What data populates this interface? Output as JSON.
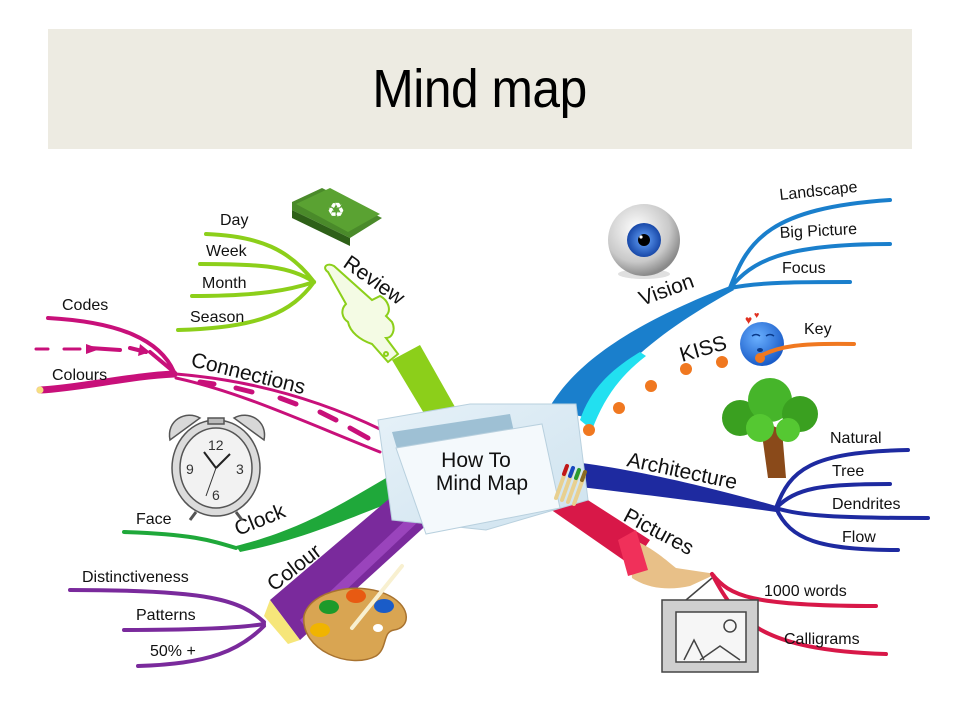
{
  "title": "Mind map",
  "center": {
    "line1": "How To",
    "line2": "Mind Map"
  },
  "colors": {
    "review": "#8ccf1a",
    "connections": "#c8107a",
    "clock": "#1fa83a",
    "colour": "#7a2a9c",
    "vision": "#1a7fcc",
    "vision_highlight": "#22e0f0",
    "kiss": "#f07820",
    "architecture": "#1e2aa0",
    "pictures": "#d81848",
    "title_band": "#edebe2"
  },
  "branches": {
    "review": {
      "label": "Review",
      "icon": "recycle-folder-icon",
      "leaves": [
        "Day",
        "Week",
        "Month",
        "Season"
      ]
    },
    "connections": {
      "label": "Connections",
      "leaves": [
        "Codes",
        "Colours"
      ]
    },
    "clock": {
      "label": "Clock",
      "icon": "alarm-clock-icon",
      "leaves": [
        "Face"
      ]
    },
    "colour": {
      "label": "Colour",
      "icon": "paint-palette-icon",
      "leaves": [
        "Distinctiveness",
        "Patterns",
        "50% +"
      ]
    },
    "vision": {
      "label": "Vision",
      "icon": "eyeball-icon",
      "leaves": [
        "Landscape",
        "Big Picture",
        "Focus"
      ]
    },
    "kiss": {
      "label": "KISS",
      "icon": "kissing-face-icon",
      "leaves": [
        "Key"
      ]
    },
    "architecture": {
      "label": "Architecture",
      "icon": "tree-icon",
      "leaves": [
        "Natural",
        "Tree",
        "Dendrites",
        "Flow"
      ]
    },
    "pictures": {
      "label": "Pictures",
      "icon": "picture-frame-icon",
      "leaves": [
        "1000 words",
        "Calligrams"
      ]
    }
  }
}
